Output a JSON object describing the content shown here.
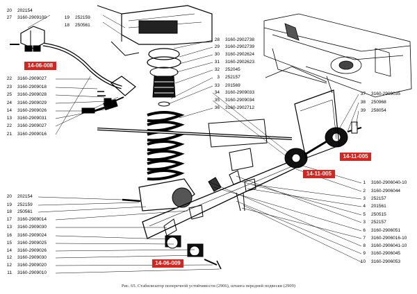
{
  "diagram": {
    "labels": {
      "tl": [
        {
          "n": "20",
          "c": "202154"
        },
        {
          "n": "27",
          "c": "3160-2909100"
        },
        {
          "n": "19",
          "c": "252159"
        },
        {
          "n": "18",
          "c": "250561"
        }
      ],
      "left": [
        {
          "n": "22",
          "c": "3160-2909027"
        },
        {
          "n": "23",
          "c": "3160-2909018"
        },
        {
          "n": "25",
          "c": "3160-2909028"
        },
        {
          "n": "24",
          "c": "3160-2909029"
        },
        {
          "n": "14",
          "c": "3160-2909026"
        },
        {
          "n": "13",
          "c": "3160-2909031"
        },
        {
          "n": "22",
          "c": "3160-2909027"
        },
        {
          "n": "21",
          "c": "3160-2909016"
        }
      ],
      "center": [
        {
          "n": "28",
          "c": "3160-2902738"
        },
        {
          "n": "29",
          "c": "3160-2902739"
        },
        {
          "n": "30",
          "c": "3160-2902624"
        },
        {
          "n": "31",
          "c": "3160-2902623"
        },
        {
          "n": "32",
          "c": "252045"
        },
        {
          "n": "3",
          "c": "252157"
        },
        {
          "n": "33",
          "c": "201569"
        },
        {
          "n": "34",
          "c": "3160-2909033"
        },
        {
          "n": "35",
          "c": "3160-2909034"
        },
        {
          "n": "36",
          "c": "3160-2902712"
        }
      ],
      "right_top": [
        {
          "n": "37",
          "c": "3160-2909035"
        },
        {
          "n": "38",
          "c": "250968"
        },
        {
          "n": "39",
          "c": "258054"
        }
      ],
      "right": [
        {
          "n": "1",
          "c": "3160-2906040-10"
        },
        {
          "n": "2",
          "c": "3160-2906044"
        },
        {
          "n": "3",
          "c": "252157"
        },
        {
          "n": "4",
          "c": "201561"
        },
        {
          "n": "5",
          "c": "250515"
        },
        {
          "n": "3",
          "c": "252157"
        },
        {
          "n": "6",
          "c": "3160-2906051"
        },
        {
          "n": "7",
          "c": "3160-2906016-10"
        },
        {
          "n": "8",
          "c": "3160-2906041-10"
        },
        {
          "n": "9",
          "c": "3160-2906045"
        },
        {
          "n": "10",
          "c": "3160-2906053"
        }
      ],
      "bl_top": [
        {
          "n": "20",
          "c": "202154"
        },
        {
          "n": "19",
          "c": "252159"
        },
        {
          "n": "18",
          "c": "250561"
        }
      ],
      "bl": [
        {
          "n": "17",
          "c": "3160-2909014"
        },
        {
          "n": "13",
          "c": "3160-2909030"
        },
        {
          "n": "16",
          "c": "3160-2909024"
        },
        {
          "n": "15",
          "c": "3160-2909025"
        },
        {
          "n": "14",
          "c": "3160-2909026"
        },
        {
          "n": "12",
          "c": "3160-2909030"
        },
        {
          "n": "12",
          "c": "3160-2909020"
        },
        {
          "n": "11",
          "c": "3160-2909010"
        }
      ]
    },
    "tags": {
      "t1": "14-06-008",
      "t2": "14-11-005",
      "t3": "14-11-005",
      "t4": "14-06-009"
    },
    "caption": "Рис. 65. Стабилизатор поперечной устойчивости (2906), штанга передней подвески (2909)",
    "colors": {
      "ink": "#000000",
      "tag": "#d9241e",
      "paper": "#ffffff"
    }
  }
}
